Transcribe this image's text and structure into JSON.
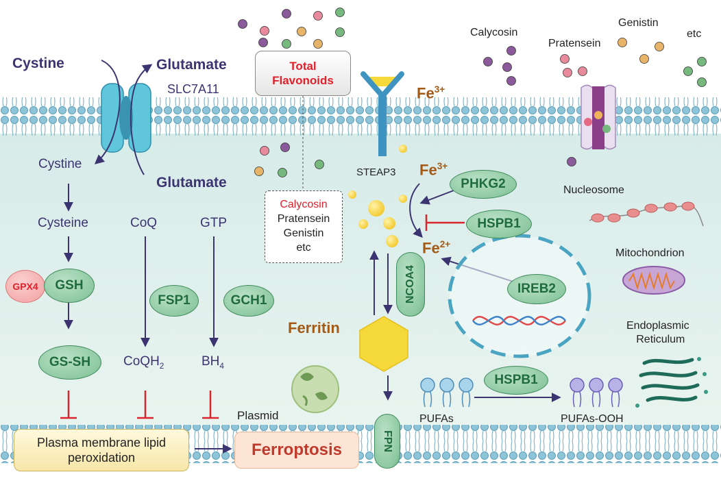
{
  "transporter": {
    "cystine_out": "Cystine",
    "glutamate_out": "Glutamate",
    "slc": "SLC7A11",
    "cystine_in": "Cystine",
    "glutamate_in": "Glutamate"
  },
  "pathway": {
    "cysteine": "Cysteine",
    "coq": "CoQ",
    "gtp": "GTP",
    "gpx4": "GPX4",
    "gsh": "GSH",
    "fsp1": "FSP1",
    "gch1": "GCH1",
    "gssh": "GS-SH",
    "coqh2": "CoQH",
    "coqh2_sub": "2",
    "bh4": "BH",
    "bh4_sub": "4"
  },
  "outcome": {
    "lipid_line1": "Plasma membrane lipid",
    "lipid_line2": "peroxidation",
    "ferroptosis": "Ferroptosis"
  },
  "flavonoids": {
    "title_line1": "Total",
    "title_line2": "Flavonoids",
    "list": [
      "Calycosin",
      "Pratensein",
      "Genistin",
      "etc"
    ]
  },
  "iron": {
    "fe": "Fe",
    "fe3_sup": "3+",
    "fe2_sup": "2+",
    "steap3": "STEAP3",
    "phkg2": "PHKG2",
    "hspb1": "HSPB1",
    "ncoa4": "NCOA4",
    "ferritin": "Ferritin",
    "fpn": "FPN",
    "ireb2": "IREB2"
  },
  "compounds_top": {
    "calycosin": "Calycosin",
    "pratensein": "Pratensein",
    "genistin": "Genistin",
    "etc": "etc"
  },
  "organelles": {
    "nucleosome": "Nucleosome",
    "mitochondrion": "Mitochondrion",
    "er_line1": "Endoplasmic",
    "er_line2": "Reticulum",
    "plasmid": "Plasmid"
  },
  "lipids": {
    "pufas": "PUFAs",
    "hspb1": "HSPB1",
    "pufas_ooh": "PUFAs-OOH"
  },
  "colors": {
    "membrane": "#9fc9da",
    "cytoplasm": "#e4f1ee",
    "oval_fill": "#8fcaa3",
    "red_label": "#e0202a",
    "navy": "#3b3470",
    "brown": "#a35a16",
    "inhibit": "#d9262c"
  }
}
